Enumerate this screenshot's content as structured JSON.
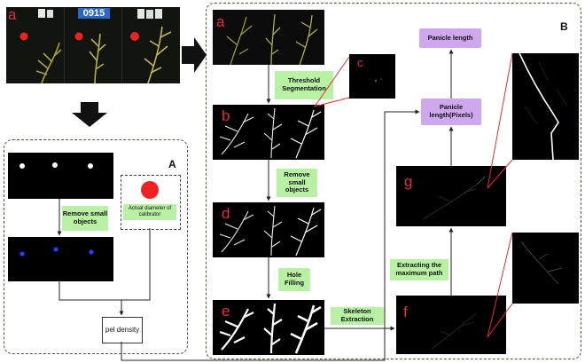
{
  "labels": {
    "A": "A",
    "B": "B",
    "a": "a",
    "b": "b",
    "c": "c",
    "d": "d",
    "e": "e",
    "f": "f",
    "g": "g",
    "top": "a"
  },
  "tag_number": "0915",
  "section_A": {
    "remove_small_objects": "Remove small objects",
    "calibrator": "Actual diameter of calibrator",
    "pel_density": "pel density"
  },
  "section_B": {
    "threshold": "Threshold Segmentation",
    "remove_small_objects": "Remove small objects",
    "hole_filling": "Hole Filling",
    "skeleton": "Skeleton Extraction",
    "extract_path": "Extracting the maximum path",
    "panicle_pixels": "Panicle length(Pixels)",
    "panicle_length": "Panicle length"
  },
  "colors": {
    "label_red": "#e0303a",
    "green_box": "#b8f0a4",
    "purple_box": "#cfa7ee",
    "calibrator_red": "#ee2222",
    "blue_dot": "#2a3cff"
  }
}
